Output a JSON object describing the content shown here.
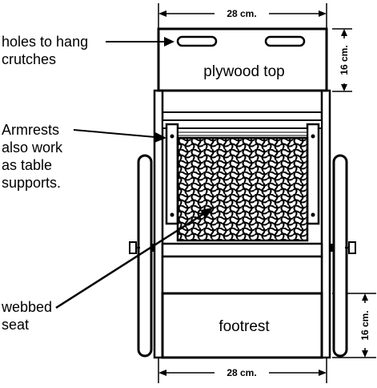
{
  "dimensions": {
    "top_width": "28 cm.",
    "top_height": "16 cm.",
    "bottom_width": "28 cm.",
    "bottom_height": "16 cm."
  },
  "parts": {
    "top": "plywood top",
    "bottom": "footrest"
  },
  "callouts": {
    "holes": [
      "holes to hang",
      "crutches"
    ],
    "armrests": [
      "Armrests",
      "also work",
      "as table",
      "supports."
    ],
    "seat": [
      "webbed",
      "seat"
    ]
  }
}
